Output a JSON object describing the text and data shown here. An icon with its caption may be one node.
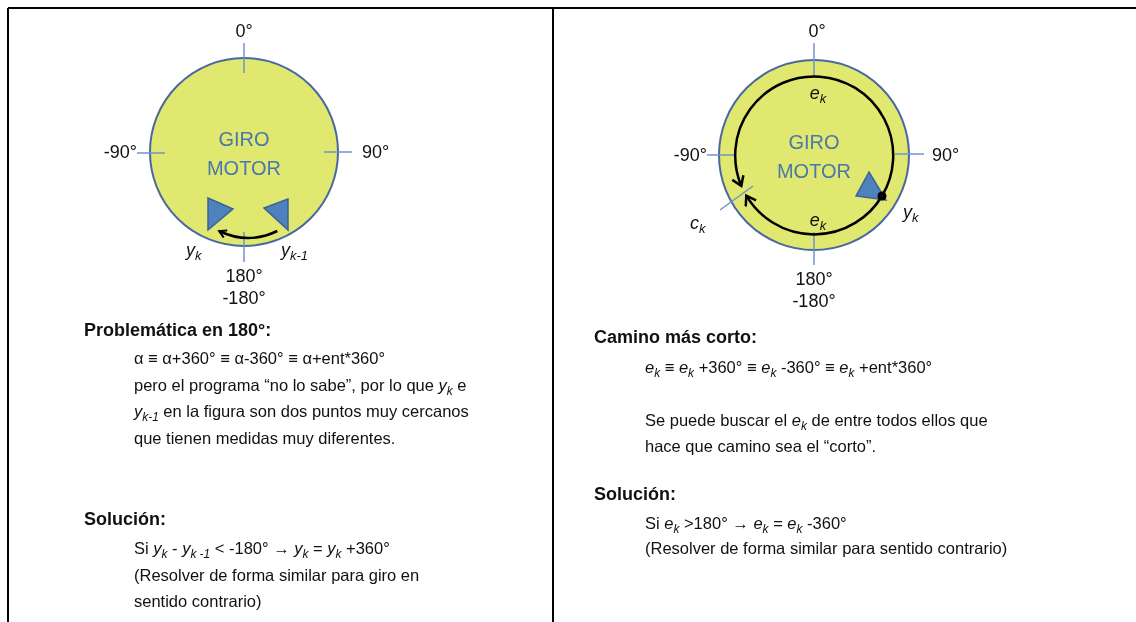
{
  "diagram": {
    "nodes": [
      {
        "text": [
          "GIRO MOTOR"
        ]
      },
      {
        "text": [],
        "shape": "triangle",
        "in": 0
      },
      {
        "text": [],
        "shape": "triangle",
        "in": 0
      },
      {
        "text": [
          "GIRO MOTOR"
        ]
      },
      {
        "text": [],
        "shape": "triangle",
        "in": 3
      }
    ],
    "edges": [
      {
        "from": 2,
        "to": 1,
        "arrow": "to"
      }
    ],
    "labels": [
      "0°",
      "-90°",
      "90°",
      "*y*$_{k}$",
      "*y*$_{k-1}$",
      "180°",
      "-180°",
      "0°",
      "*e*$_{k}$",
      "-90°",
      "90°",
      "*c*$_{k}$",
      "*e*$_{k}$",
      "*y*$_{k}$",
      "180°",
      "-180°",
      "Problemática en 180°:",
      "α ≡ α+360° ≡ α-360° ≡ α+ent*360°",
      "pero el programa “no lo sabe”, por lo que *y*$_{k}$ e *y*$_{k-1}$ en la figura son dos puntos muy cercanos que tienen medidas muy diferentes.",
      "Solución:",
      "Si *y*$_{k}$ - *y*$_{k -1}$ < -180°  →   *y*$_{k}$ = *y*$_{k}$ +360°",
      "(Resolver de forma similar para giro en sentido contrario)",
      "Camino más corto:",
      "*e*$_{k}$ ≡ *e*$_{k}$ +360° ≡ *e*$_{k}$ -360° ≡ *e*$_{k}$ +ent*360°",
      "Se puede buscar el *e*$_{k}$ de entre todos ellos que hace que camino sea el “corto”.",
      "Solución:",
      "Si *e*$_{k}$ >180°  →   *e*$_{k}$ = *e*$_{k}$ -360°",
      "(Resolver de forma similar para  sentido contrario)"
    ]
  }
}
